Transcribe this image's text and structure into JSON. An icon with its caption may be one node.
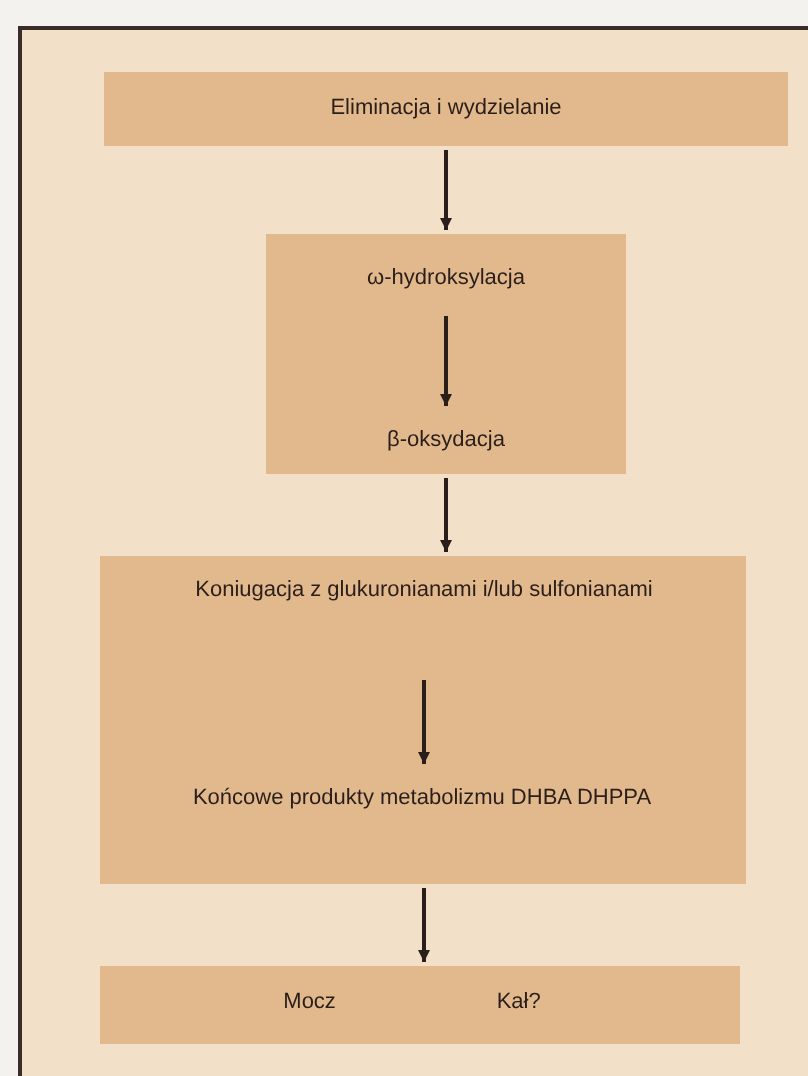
{
  "diagram": {
    "nodes": [
      {
        "text": [
          "Eliminacja i wydzielanie"
        ]
      },
      {
        "text": [],
        "shape": "box"
      },
      {
        "text": [
          "ω-hydroksylacja"
        ],
        "in": 1
      },
      {
        "text": [
          "β-oksydacja"
        ],
        "in": 1
      },
      {
        "text": [],
        "shape": "box"
      },
      {
        "text": [
          "Koniugacja z glukuronianami i/lub sulfonianami"
        ],
        "in": 4
      },
      {
        "text": [
          "Końcowe produkty metabolizmu DHBA DHPPA"
        ],
        "in": 4
      },
      {
        "text": [
          "Mocz",
          "Kał?"
        ]
      }
    ],
    "edges": [
      {
        "from": 0,
        "to": 1,
        "arrow": "to"
      },
      {
        "from": 2,
        "to": 3,
        "arrow": "to"
      },
      {
        "from": 1,
        "to": 4,
        "arrow": "to"
      },
      {
        "from": 5,
        "to": 6,
        "arrow": "to"
      },
      {
        "from": 4,
        "to": 7,
        "arrow": "to"
      }
    ]
  }
}
